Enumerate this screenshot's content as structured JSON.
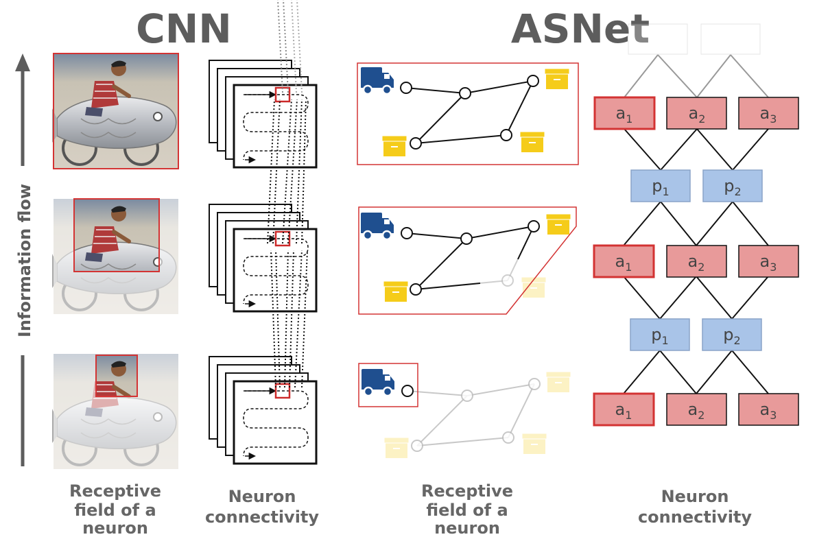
{
  "titles": {
    "cnn": "CNN",
    "asnet": "ASNet"
  },
  "side_label": "Information flow",
  "captions": {
    "cnn_receptive": [
      "Receptive",
      "field of a",
      "neuron"
    ],
    "cnn_connectivity": [
      "Neuron",
      "connectivity"
    ],
    "asnet_receptive": [
      "Receptive",
      "field of a",
      "neuron"
    ],
    "asnet_connectivity": [
      "Neuron",
      "connectivity"
    ]
  },
  "node_labels": {
    "action": "a",
    "proposition": "p",
    "sub1": "1",
    "sub2": "2",
    "sub3": "3"
  },
  "colors": {
    "action_fill": "#e89a9a",
    "proposition_fill": "#a9c4e8",
    "highlight": "#d33333",
    "truck": "#1f4f8f",
    "box": "#f5cc1a",
    "text_gray": "#5d5d5d"
  },
  "icons": [
    "truck-icon",
    "package-icon",
    "arrow-up-icon",
    "photo-motorcycle-rider"
  ]
}
